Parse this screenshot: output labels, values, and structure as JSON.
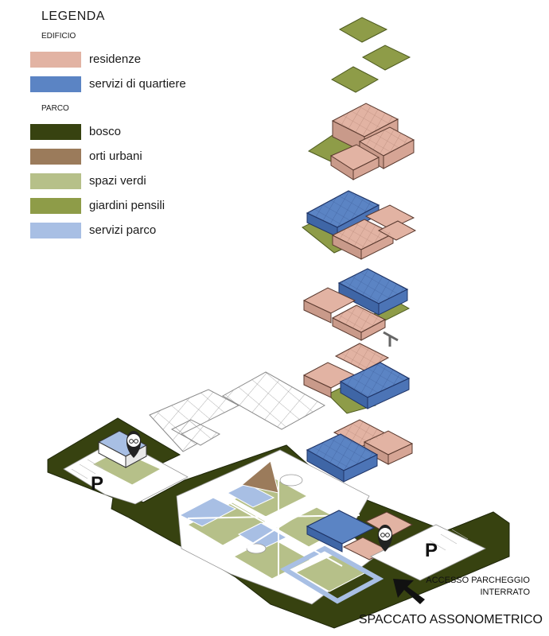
{
  "legend": {
    "title": "LEGENDA",
    "groups": [
      {
        "heading": "EDIFICIO",
        "items": [
          {
            "label": "residenze",
            "color": "#e2b3a3"
          },
          {
            "label": "servizi di quartiere",
            "color": "#5b84c4"
          }
        ]
      },
      {
        "heading": "PARCO",
        "items": [
          {
            "label": "bosco",
            "color": "#374210"
          },
          {
            "label": "orti urbani",
            "color": "#9b7b5b"
          },
          {
            "label": "spazi verdi",
            "color": "#b6c089"
          },
          {
            "label": "giardini pensili",
            "color": "#8e9c48"
          },
          {
            "label": "servizi parco",
            "color": "#a8bfe4"
          }
        ]
      }
    ]
  },
  "labels": {
    "parking_left": "P",
    "parking_right": "P",
    "access_line1": "ACCESSO PARCHEGGIO",
    "access_line2": "INTERRATO",
    "caption": "SPACCATO ASSONOMETRICO"
  },
  "icons": {
    "bike_marker": "bicycle-pin-icon",
    "access_arrow": "arrow-icon"
  },
  "colors": {
    "residenze": "#e2b3a3",
    "servizi_quartiere": "#5b84c4",
    "bosco": "#374210",
    "orti": "#9b7b5b",
    "spazi_verdi": "#b6c089",
    "giardini_pensili": "#8e9c48",
    "servizi_parco": "#a8bfe4"
  }
}
